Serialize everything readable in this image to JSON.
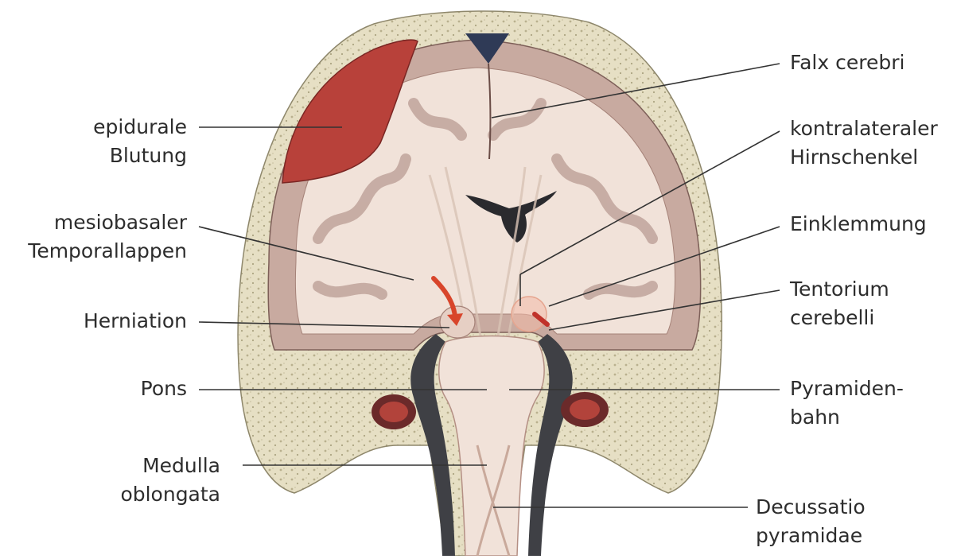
{
  "labels": {
    "epidurale_blutung": [
      "epidurale",
      "Blutung"
    ],
    "mesiobasaler_temporallappen": [
      "mesiobasaler",
      "Temporallappen"
    ],
    "herniation": [
      "Herniation"
    ],
    "pons": [
      "Pons"
    ],
    "medulla_oblongata": [
      "Medulla",
      "oblongata"
    ],
    "falx_cerebri": [
      "Falx cerebri"
    ],
    "kontralateraler_hirnschenkel": [
      "kontralateraler",
      "Hirnschenkel"
    ],
    "einklemmung": [
      "Einklemmung"
    ],
    "tentorium_cerebelli": [
      "Tentorium",
      "cerebelli"
    ],
    "pyramidenbahn": [
      "Pyramiden-",
      "bahn"
    ],
    "decussatio_pyramidae": [
      "Decussatio",
      "pyramidae"
    ]
  },
  "colors": {
    "bone": "#e6dfc4",
    "bone_dots": "#b9b08e",
    "cortex": "#c8aaa0",
    "white_matter": "#f1e2d9",
    "hemorrhage": "#b8413a",
    "leader_line": "#333333",
    "arrow": "#d8452b",
    "dark_space": "#3f4045"
  }
}
